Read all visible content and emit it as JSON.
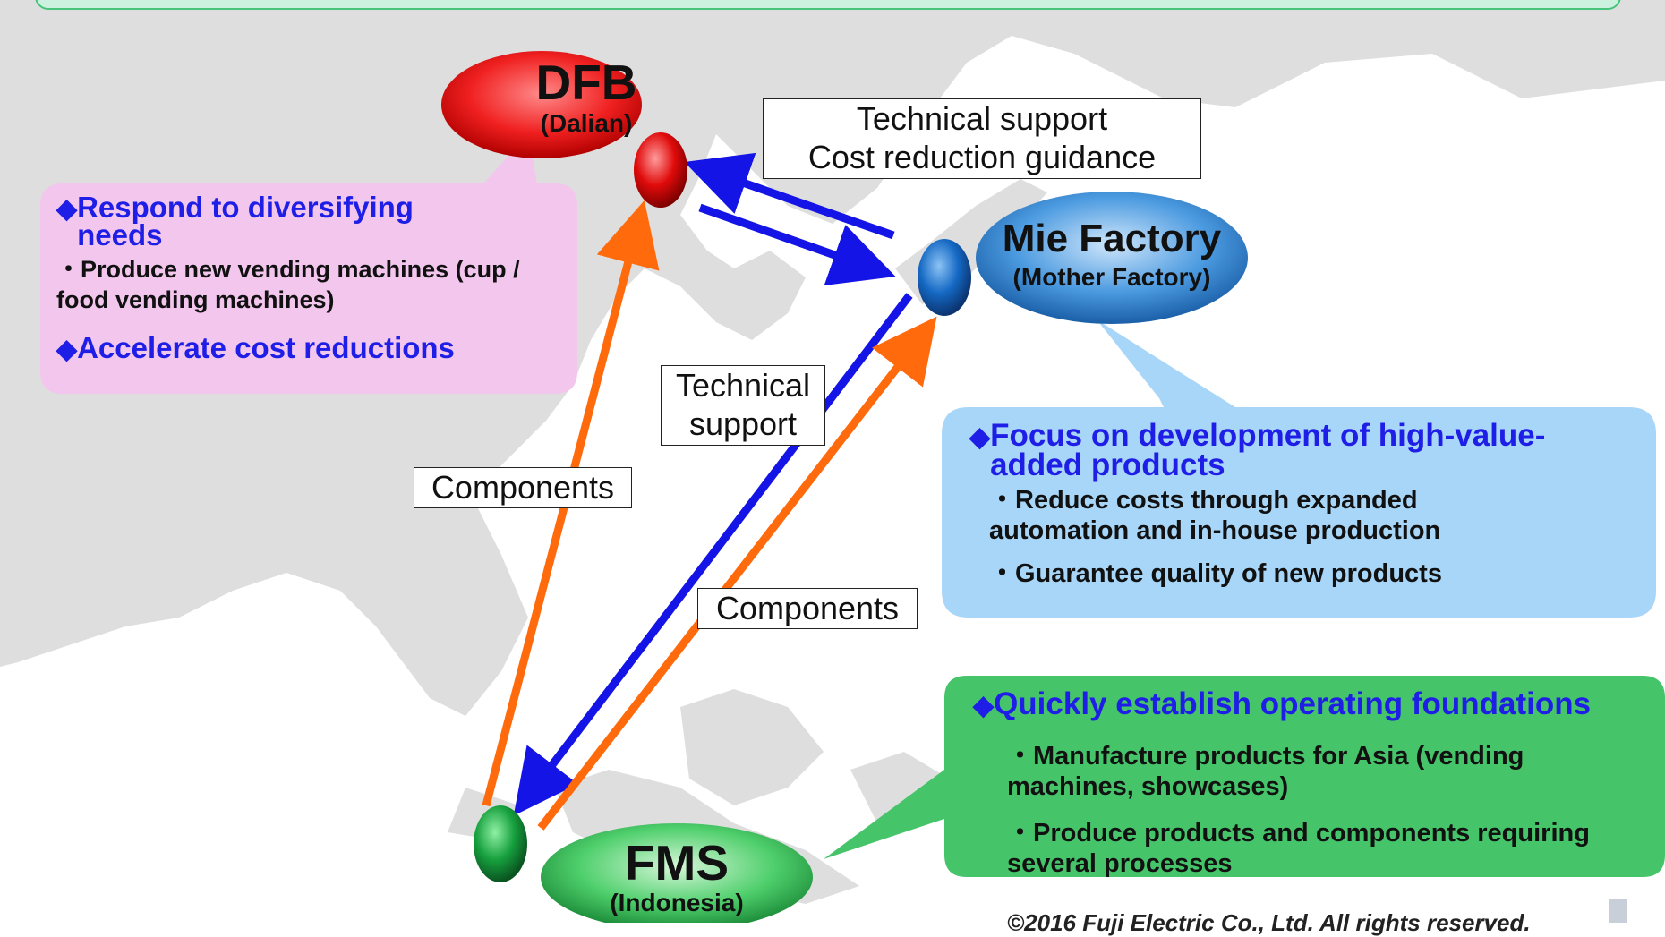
{
  "nodes": {
    "dfb": {
      "name": "DFB",
      "sub": "(Dalian)",
      "color": "#e8131b"
    },
    "mie": {
      "name": "Mie Factory",
      "sub": "(Mother Factory)",
      "color": "#1a6fc9"
    },
    "fms": {
      "name": "FMS",
      "sub": "(Indonesia)",
      "color": "#1a9a3c"
    }
  },
  "labels": {
    "mie_to_dfb": [
      "Technical support",
      "Cost reduction guidance"
    ],
    "mie_to_fms": [
      "Technical",
      "support"
    ],
    "fms_to_dfb": "Components",
    "fms_to_mie": "Components"
  },
  "callouts": {
    "dfb": {
      "points": [
        {
          "head": "Respond to diversifying needs",
          "items": [
            "・Produce new vending machines (cup / food vending machines)"
          ]
        },
        {
          "head": "Accelerate cost reductions",
          "items": []
        }
      ]
    },
    "mie": {
      "points": [
        {
          "head": "Focus on development of high-value-added products",
          "items": [
            "・Reduce costs through expanded automation and in-house production",
            "・Guarantee quality of new products"
          ]
        }
      ]
    },
    "fms": {
      "points": [
        {
          "head": "Quickly establish operating foundations",
          "items": [
            "・Manufacture products for Asia (vending machines, showcases)",
            "・Produce products and components requiring several processes"
          ]
        }
      ]
    }
  },
  "bullet_symbol": "◆",
  "copyright": "©2016 Fuji Electric Co., Ltd. All rights reserved.",
  "colors": {
    "support_arrow": "#1414e6",
    "components_arrow": "#ff6a0d",
    "callout_pink": "#f3c6ee",
    "callout_blue": "#a8d6f8",
    "callout_green": "#46c46a",
    "heading_blue": "#1e1ee6"
  }
}
